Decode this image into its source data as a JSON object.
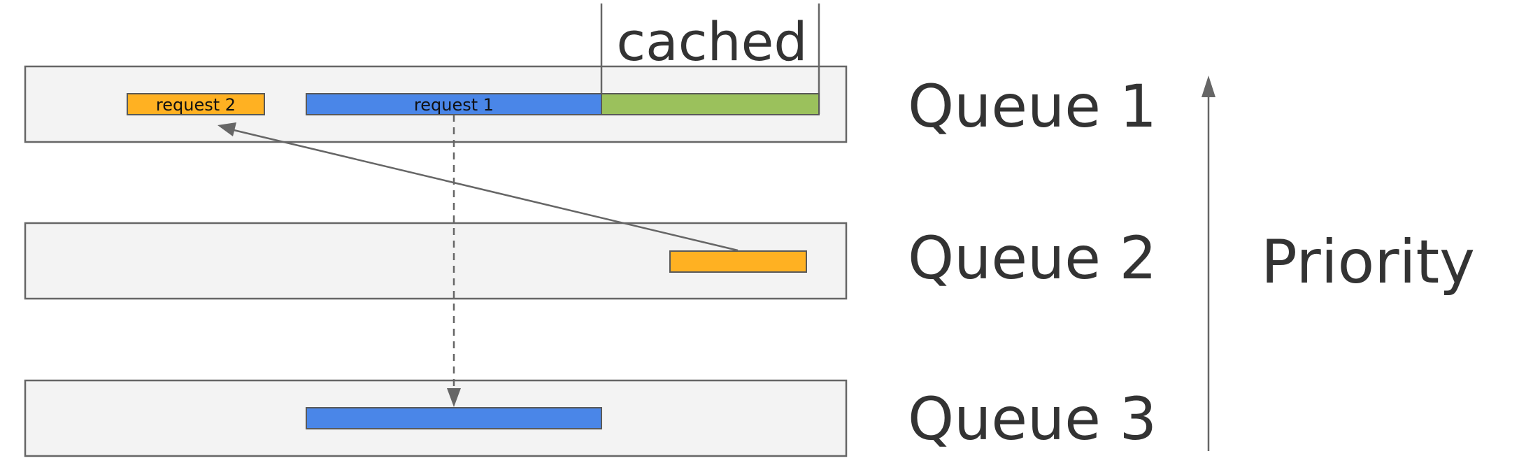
{
  "queues": [
    {
      "label": "Queue 1"
    },
    {
      "label": "Queue 2"
    },
    {
      "label": "Queue 3"
    }
  ],
  "requests": {
    "request_1_label": "request 1",
    "request_2_label": "request 2"
  },
  "cached_label": "cached",
  "priority_label": "Priority",
  "colors": {
    "request_1": "#4a86e8",
    "request_2": "#ffb122",
    "cached": "#9bc15c",
    "queue_fill": "#f3f3f3",
    "stroke": "#666666"
  }
}
